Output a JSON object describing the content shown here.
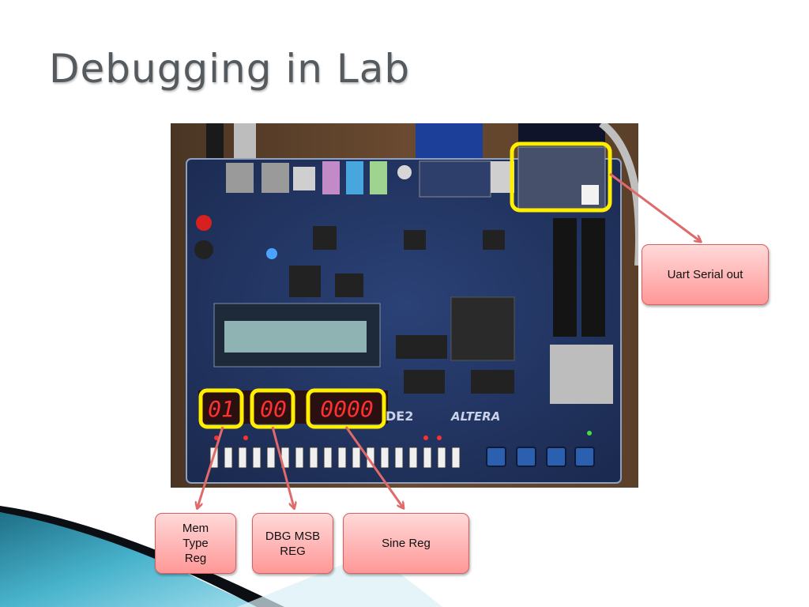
{
  "slide": {
    "title": "Debugging in Lab"
  },
  "board": {
    "seg_groups": [
      {
        "digits": "01"
      },
      {
        "digits": "00"
      },
      {
        "digits": "0000"
      }
    ],
    "brand_text": "DE2",
    "logo_text": "ALTERA"
  },
  "callouts": {
    "uart": "Uart Serial out",
    "mem": "Mem\nType\nReg",
    "dbg": "DBG MSB\nREG",
    "sine": "Sine Reg"
  },
  "colors": {
    "highlight": "#ffee00",
    "arrow": "#e06a6a",
    "callout_fill": "#ff9f9f",
    "title": "#555a5e"
  }
}
